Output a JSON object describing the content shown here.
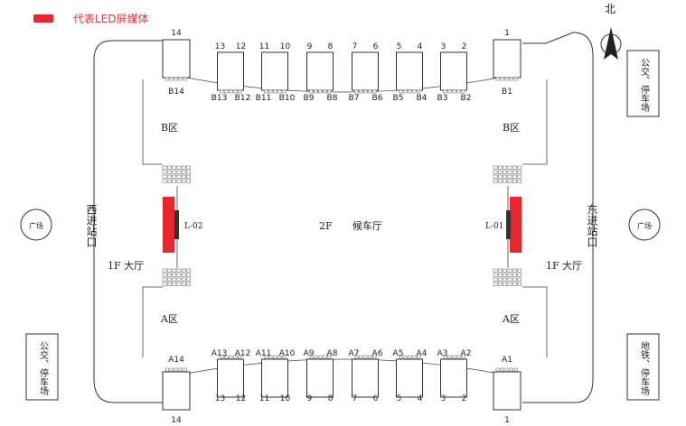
{
  "legend": {
    "label": "代表LED屏媒体",
    "color": "#e8262b"
  },
  "compass": {
    "label": "北"
  },
  "hall": {
    "floor_label": "2F",
    "name": "候车厅"
  },
  "zones": {
    "b_left": "B区",
    "b_right": "B区",
    "a_left": "A区",
    "a_right": "A区"
  },
  "lobby": {
    "left": "1F  大厅",
    "right": "1F  大厅"
  },
  "entrances": {
    "west": "西进站口",
    "east": "东进站口"
  },
  "plazas": {
    "left": "广场",
    "right": "广场"
  },
  "transit": {
    "top_right": "公交、停车场",
    "bottom_left": "公交、停车场",
    "bottom_right": "地铁、停车场"
  },
  "led": [
    {
      "id": "L-02",
      "label": "L-02"
    },
    {
      "id": "L-01",
      "label": "L-01"
    }
  ],
  "top_gates": [
    {
      "label": "B14",
      "numbers": [
        "14"
      ]
    },
    {
      "label": "B13",
      "numbers": [
        "13"
      ]
    },
    {
      "label": "B12",
      "numbers": [
        "12"
      ]
    },
    {
      "label": "B11",
      "numbers": [
        "11"
      ]
    },
    {
      "label": "B10",
      "numbers": [
        "10"
      ]
    },
    {
      "label": "B9",
      "numbers": [
        "9"
      ]
    },
    {
      "label": "B8",
      "numbers": [
        "8"
      ]
    },
    {
      "label": "B7",
      "numbers": [
        "7"
      ]
    },
    {
      "label": "B6",
      "numbers": [
        "6"
      ]
    },
    {
      "label": "B5",
      "numbers": [
        "5"
      ]
    },
    {
      "label": "B4",
      "numbers": [
        "4"
      ]
    },
    {
      "label": "B3",
      "numbers": [
        "3"
      ]
    },
    {
      "label": "B2",
      "numbers": [
        "2"
      ]
    },
    {
      "label": "B1",
      "numbers": [
        "1"
      ]
    }
  ],
  "bottom_gates": [
    {
      "label": "A14",
      "numbers": [
        "14"
      ]
    },
    {
      "label": "A13",
      "numbers": [
        "13"
      ]
    },
    {
      "label": "A12",
      "numbers": [
        "12"
      ]
    },
    {
      "label": "A11",
      "numbers": [
        "11"
      ]
    },
    {
      "label": "A10",
      "numbers": [
        "10"
      ]
    },
    {
      "label": "A9",
      "numbers": [
        "9"
      ]
    },
    {
      "label": "A8",
      "numbers": [
        "8"
      ]
    },
    {
      "label": "A7",
      "numbers": [
        "7"
      ]
    },
    {
      "label": "A6",
      "numbers": [
        "6"
      ]
    },
    {
      "label": "A5",
      "numbers": [
        "5"
      ]
    },
    {
      "label": "A4",
      "numbers": [
        "4"
      ]
    },
    {
      "label": "A3",
      "numbers": [
        "3"
      ]
    },
    {
      "label": "A2",
      "numbers": [
        "2"
      ]
    },
    {
      "label": "A1",
      "numbers": [
        "1"
      ]
    }
  ]
}
